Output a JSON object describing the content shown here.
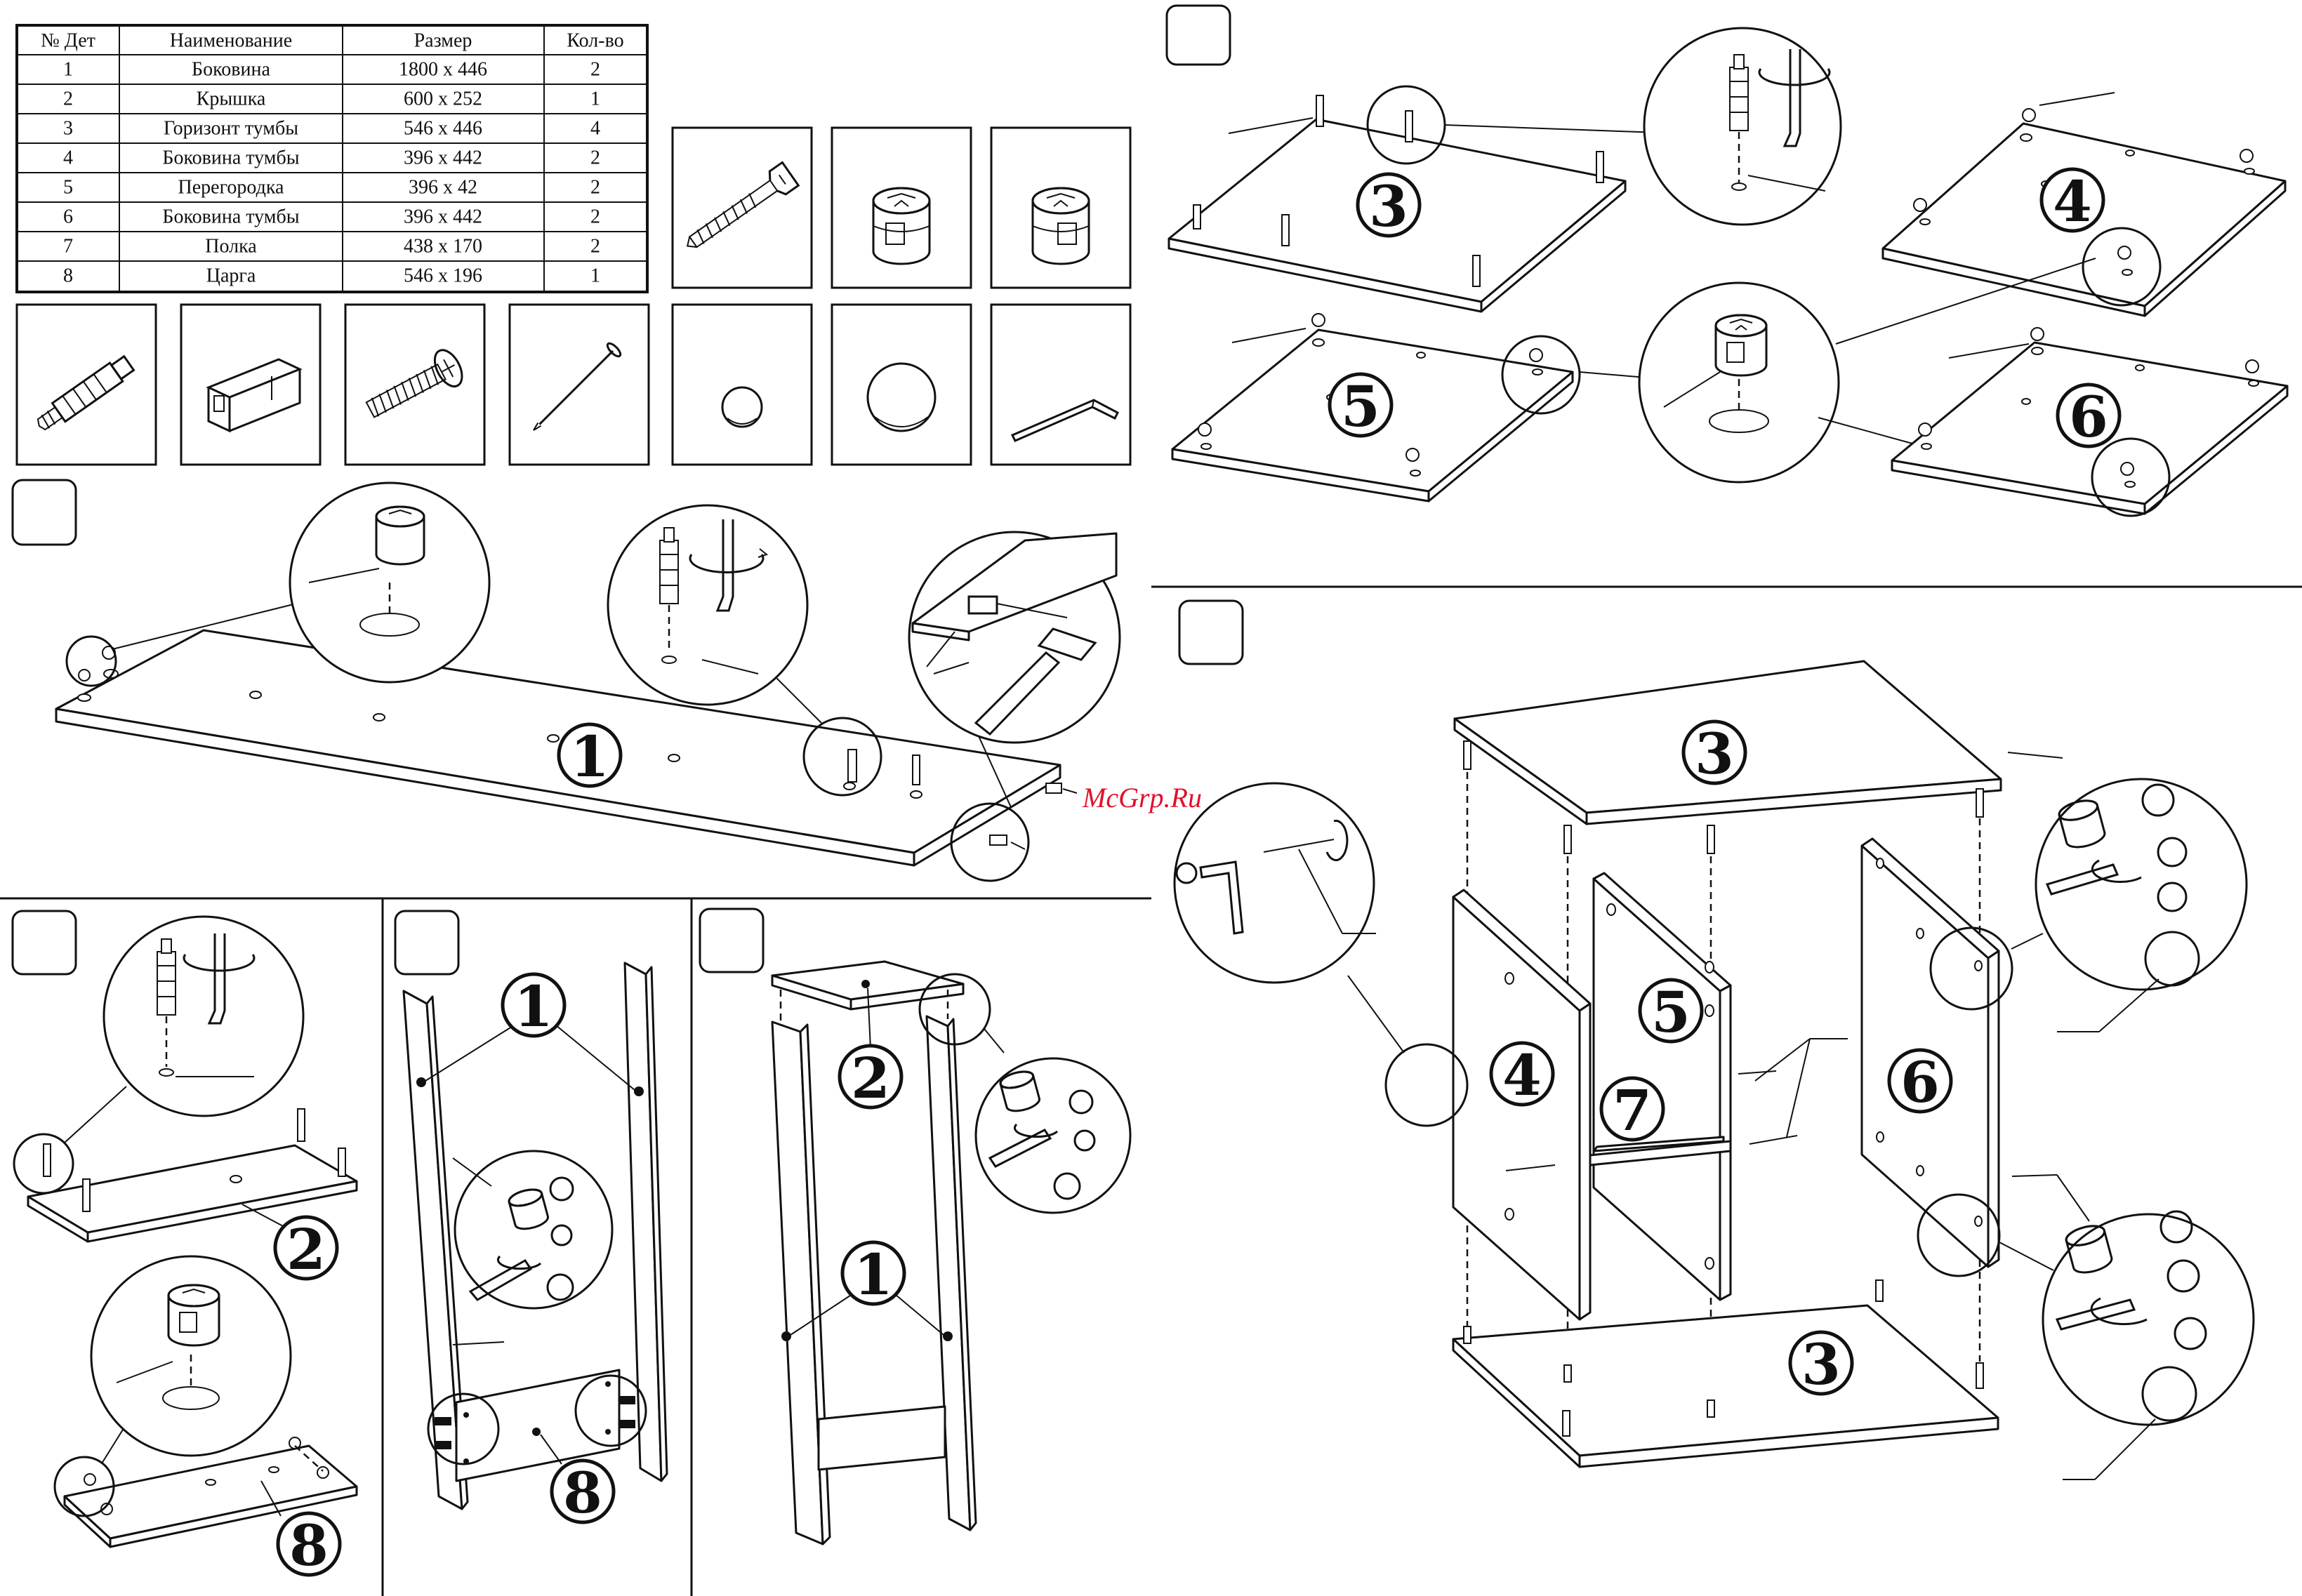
{
  "parts_table": {
    "headers": [
      "№ Дет",
      "Наименование",
      "Размер",
      "Кол-во"
    ],
    "rows": [
      [
        "1",
        "Боковина",
        "1800 x 446",
        "2"
      ],
      [
        "2",
        "Крышка",
        "600 x 252",
        "1"
      ],
      [
        "3",
        "Горизонт тумбы",
        "546 x 446",
        "4"
      ],
      [
        "4",
        "Боковина тумбы",
        "396 x 442",
        "2"
      ],
      [
        "5",
        "Перегородка",
        "396 x 42",
        "2"
      ],
      [
        "6",
        "Боковина тумбы",
        "396 x 442",
        "2"
      ],
      [
        "7",
        "Полка",
        "438 x 170",
        "2"
      ],
      [
        "8",
        "Царга",
        "546 x 196",
        "1"
      ]
    ]
  },
  "hardware_icons": [
    "confirmat-screw-icon",
    "cam-lock-icon",
    "cam-lock-icon",
    "dowel-pin-icon",
    "hanger-bracket-icon",
    "screw-icon",
    "nail-icon",
    "small-cap-icon",
    "large-cap-icon",
    "hex-key-icon"
  ],
  "part_labels": {
    "p1": "1",
    "p2": "2",
    "p3": "3",
    "p4": "4",
    "p5": "5",
    "p6": "6",
    "p7": "7",
    "p8": "8"
  },
  "watermark": "McGrp.Ru",
  "colors": {
    "ink": "#111111",
    "watermark": "#e0112b",
    "paper": "#ffffff"
  }
}
